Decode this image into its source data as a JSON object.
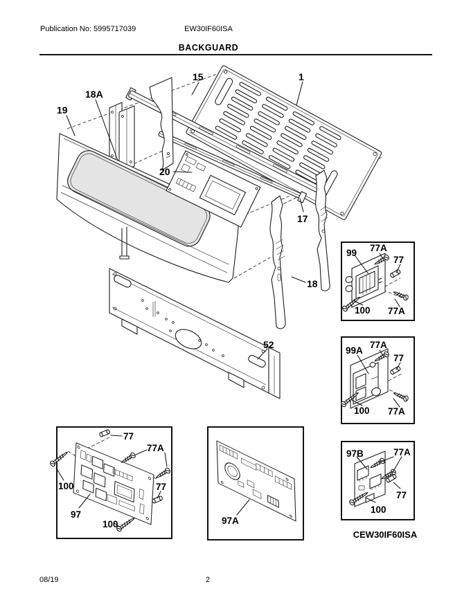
{
  "header": {
    "publication": "Publication No: 5995717039",
    "model": "EW30IF60ISA",
    "title": "BACKGUARD"
  },
  "footer": {
    "date": "08/19",
    "page": "2"
  },
  "variant_model": "CEW30IF60ISA",
  "colors": {
    "ink": "#1c1c1c",
    "panel_window_gray": "#e4e4e4",
    "background": "#ffffff"
  },
  "callouts": {
    "c19": "19",
    "c18a": "18A",
    "c15": "15",
    "c1": "1",
    "c20": "20",
    "c17": "17",
    "c18": "18",
    "c52": "52"
  },
  "inset_transformer_99": {
    "p99": "99",
    "p77a_top": "77A",
    "p77": "77",
    "p100": "100",
    "p77a_bottom": "77A"
  },
  "inset_transformer_99a": {
    "p99a": "99A",
    "p77a_top": "77A",
    "p77": "77",
    "p100": "100",
    "p77a_bottom": "77A"
  },
  "inset_power_board_97b": {
    "p97b": "97B",
    "p77a": "77A",
    "p77": "77",
    "p100": "100"
  },
  "inset_control_board_97": {
    "p77_top": "77",
    "p77a": "77A",
    "p100_left": "100",
    "p97": "97",
    "p77_right": "77",
    "p100_bottom": "100"
  },
  "inset_display_board_97a": {
    "p97a": "97A"
  }
}
